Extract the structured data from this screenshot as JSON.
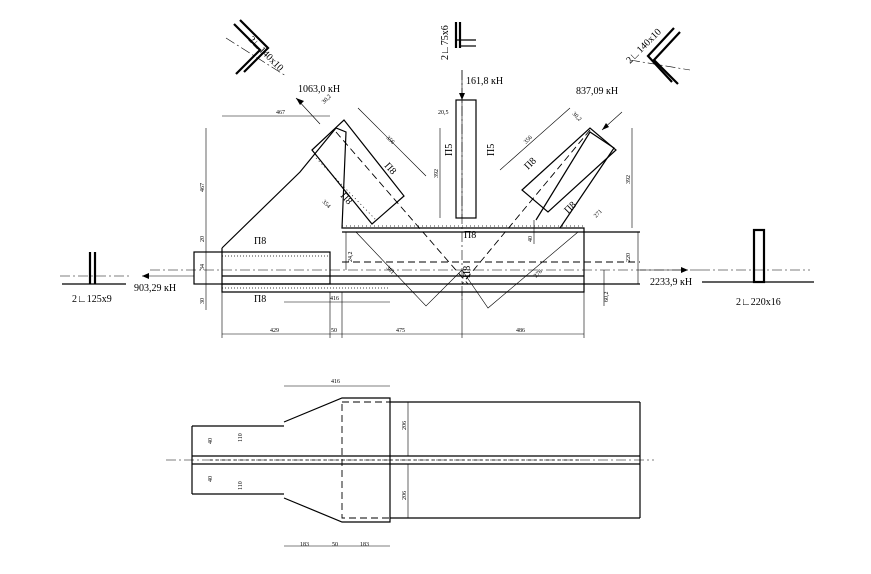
{
  "members": {
    "brace_left_section": "2∟140x10",
    "vertical_section": "2∟75x6",
    "brace_right_section": "2∟140x10",
    "chord_left_section": "2∟125x9",
    "chord_right_section": "2∟220x16"
  },
  "forces": {
    "brace_left": "1063,0 кН",
    "vertical": "161,8 кН",
    "brace_right": "837,09 кН",
    "chord_left": "903,29 кН",
    "chord_right": "2233,9 кН"
  },
  "welds": {
    "p5": "П5",
    "p8": "П8"
  },
  "dims": {
    "d467a": "467",
    "d467b": "467",
    "d20": "20",
    "d34": "34",
    "d30": "30",
    "d429": "429",
    "d50a": "50",
    "d475": "475",
    "d486": "486",
    "d416a": "416",
    "d416b": "416",
    "d40": "40",
    "d220": "220",
    "d392a": "392",
    "d392b": "392",
    "d20_5": "20,5",
    "d242": "24,2",
    "d60_2": "60,2",
    "d356a": "356",
    "d356b": "356",
    "d354": "354",
    "d30_2a": "30,2",
    "d30_2b": "30,2",
    "d271": "271",
    "d301": "301",
    "d278": "278",
    "d110a": "110",
    "d110b": "110",
    "d40b": "40",
    "d40c": "40",
    "d206a": "206",
    "d206b": "206",
    "d183a": "183",
    "d50b": "50",
    "d183b": "183"
  }
}
